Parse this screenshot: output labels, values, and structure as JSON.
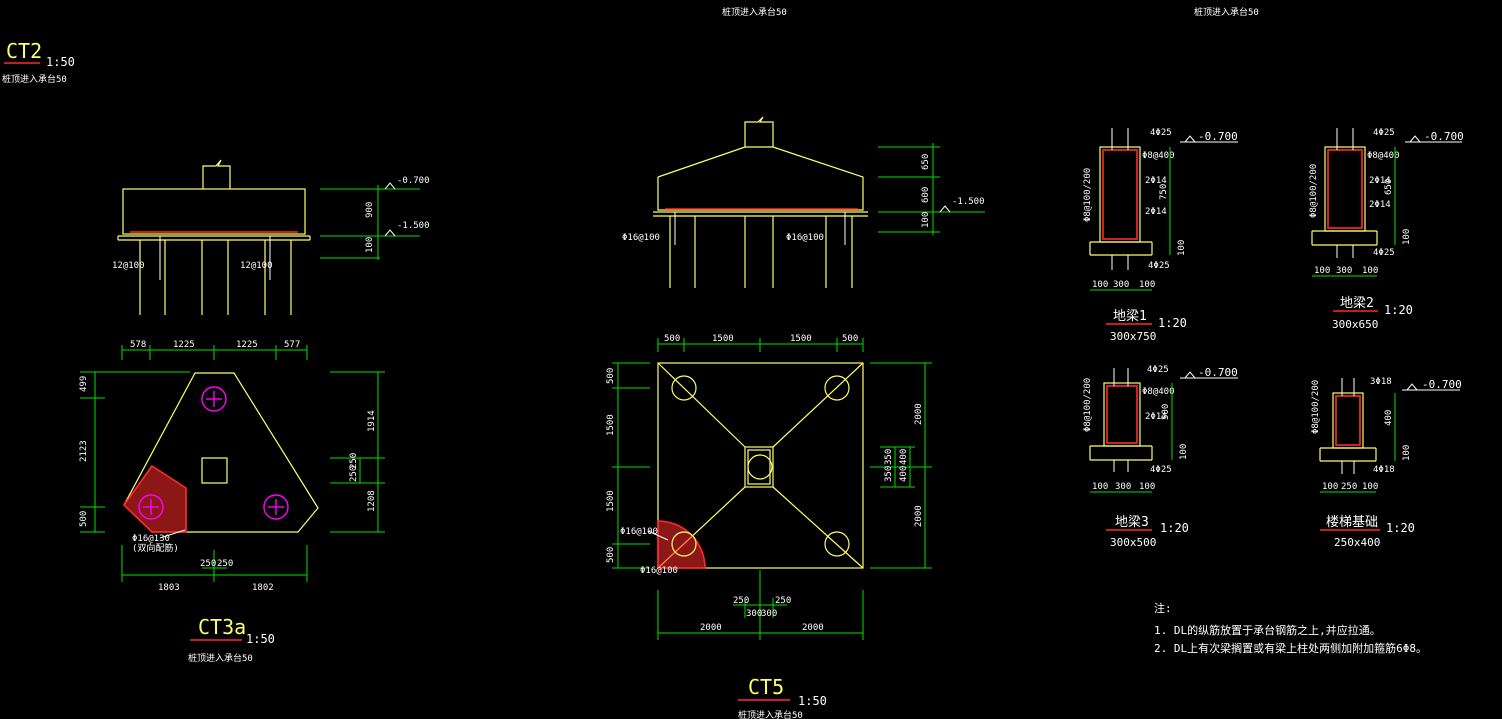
{
  "titles": {
    "ct2": "CT2",
    "ct3a": "CT3a",
    "ct5": "CT5",
    "scale_50": "1:50",
    "scale_20": "1:20",
    "pile_embed": "桩顶进入承台50"
  },
  "ct2": {
    "elev_1": "-0.700",
    "elev_2": "-1.500",
    "dim_900": "900",
    "dim_100": "100",
    "rebar_l": "12@100",
    "rebar_r": "12@100"
  },
  "ct3a": {
    "top_dims": [
      "578",
      "1225",
      "1225",
      "577"
    ],
    "left_dims": [
      "499",
      "2123",
      "500"
    ],
    "right_dims": [
      "1914",
      "250",
      "250",
      "1208"
    ],
    "bottom_dims": [
      "250",
      "250"
    ],
    "bottom_totals": [
      "1803",
      "1802"
    ],
    "rebar_a": "Φ16@130",
    "rebar_b": "(双向配筋)"
  },
  "ct5": {
    "elev": "-1.500",
    "sec_dims": [
      "650",
      "600",
      "100"
    ],
    "rebar_l": "Φ16@100",
    "rebar_r": "Φ16@100",
    "top_dims": [
      "500",
      "1500",
      "1500",
      "500"
    ],
    "left_dims": [
      "500",
      "1500",
      "1500",
      "500"
    ],
    "right_dims": [
      "2000",
      "2000"
    ],
    "center_dims": [
      "350",
      "400",
      "350",
      "400"
    ],
    "bottom_small": [
      "250",
      "300",
      "300",
      "250"
    ],
    "bottom_totals": [
      "2000",
      "2000"
    ],
    "rebar_plan_1": "Φ16@100",
    "rebar_plan_2": "Φ16@100"
  },
  "beams": [
    {
      "name": "地梁1",
      "size": "300x750",
      "elev": "-0.700",
      "top": "4Φ25",
      "stir": "Φ8@400",
      "side1": "2Φ14",
      "side2": "2Φ14",
      "bot": "4Φ25",
      "left": "Φ8@100/200",
      "h": "750",
      "b": "100",
      "dims": [
        "100",
        "300",
        "100"
      ]
    },
    {
      "name": "地梁2",
      "size": "300x650",
      "elev": "-0.700",
      "top": "4Φ25",
      "stir": "Φ8@400",
      "side1": "2Φ14",
      "side2": "2Φ14",
      "bot": "4Φ25",
      "left": "Φ8@100/200",
      "h": "650",
      "b": "100",
      "dims": [
        "100",
        "300",
        "100"
      ]
    },
    {
      "name": "地梁3",
      "size": "300x500",
      "elev": "-0.700",
      "top": "4Φ25",
      "stir": "Φ8@400",
      "side1": "2Φ14",
      "bot": "4Φ25",
      "left": "Φ8@100/200",
      "h": "500",
      "b": "100",
      "dims": [
        "100",
        "300",
        "100"
      ]
    },
    {
      "name": "楼梯基础",
      "size": "250x400",
      "elev": "-0.700",
      "top": "3Φ18",
      "bot": "4Φ18",
      "left": "Φ8@100/200",
      "h": "400",
      "b": "100",
      "dims": [
        "100",
        "250",
        "100"
      ]
    }
  ],
  "notes": {
    "label": "注:",
    "n1": "1. DL的纵筋放置于承台钢筋之上,并应拉通。",
    "n2": "2. DL上有次梁搁置或有梁上柱处两侧加附加箍筋6Φ8。"
  },
  "colors": {
    "outline": "#ffff66",
    "dim": "#00e000",
    "rebar": "#ff2a2a",
    "pile_mark": "#ff00ff"
  }
}
